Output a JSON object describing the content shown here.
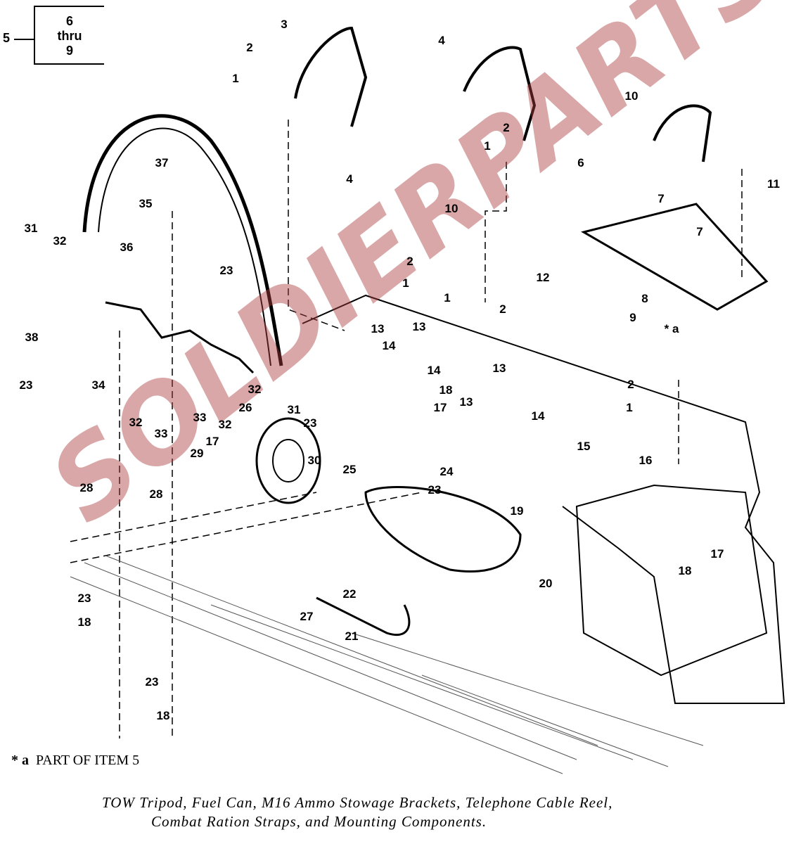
{
  "reference_box": {
    "item": "5",
    "lines": [
      "6",
      "thru",
      "9"
    ]
  },
  "callouts": [
    "1",
    "2",
    "3",
    "4",
    "10",
    "11",
    "6",
    "7",
    "7",
    "8",
    "9",
    "* a",
    "2",
    "1",
    "37",
    "35",
    "31",
    "32",
    "36",
    "23",
    "38",
    "23",
    "34",
    "4",
    "2",
    "1",
    "10",
    "1",
    "2",
    "12",
    "13",
    "13",
    "14",
    "14",
    "18",
    "17",
    "13",
    "13",
    "14",
    "2",
    "1",
    "15",
    "16",
    "17",
    "18",
    "32",
    "31",
    "26",
    "23",
    "30",
    "25",
    "24",
    "23",
    "19",
    "20",
    "22",
    "27",
    "21",
    "32",
    "33",
    "33",
    "32",
    "17",
    "29",
    "28",
    "28",
    "23",
    "18",
    "23",
    "18"
  ],
  "note": {
    "marker": "* a",
    "text": "PART OF ITEM 5"
  },
  "caption": [
    "TOW Tripod, Fuel Can, M16 Ammo Stowage Brackets, Telephone Cable Reel,",
    "Combat Ration Straps, and Mounting Components."
  ],
  "watermark": "SOLDIERPARTS.COM"
}
